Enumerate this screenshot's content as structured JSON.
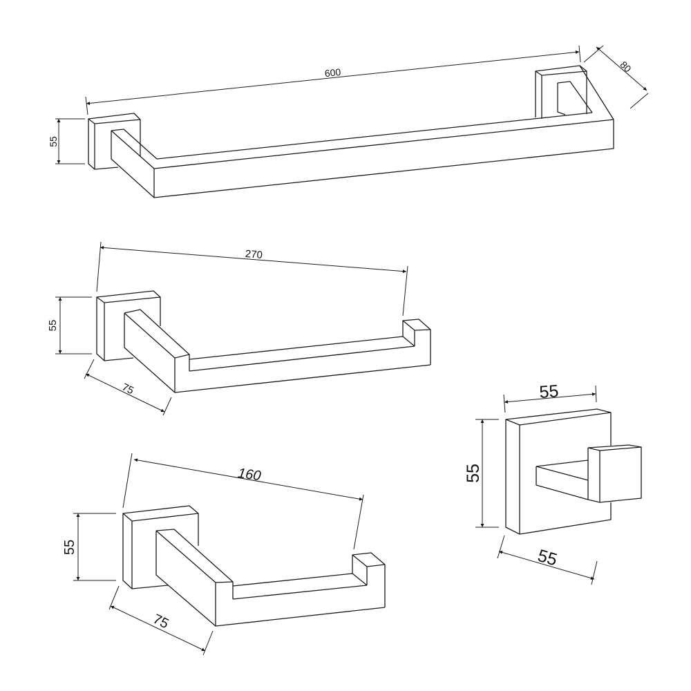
{
  "title": "Bathroom accessory set dimension drawing",
  "line_color": "#1a1a1a",
  "towel_bar": {
    "length": "600",
    "depth": "80",
    "height": "55"
  },
  "towel_ring_holder": {
    "length": "270",
    "height": "55",
    "depth": "75"
  },
  "paper_holder": {
    "length": "160",
    "height": "55",
    "depth": "75"
  },
  "robe_hook": {
    "width": "55",
    "height": "55",
    "depth": "55"
  }
}
